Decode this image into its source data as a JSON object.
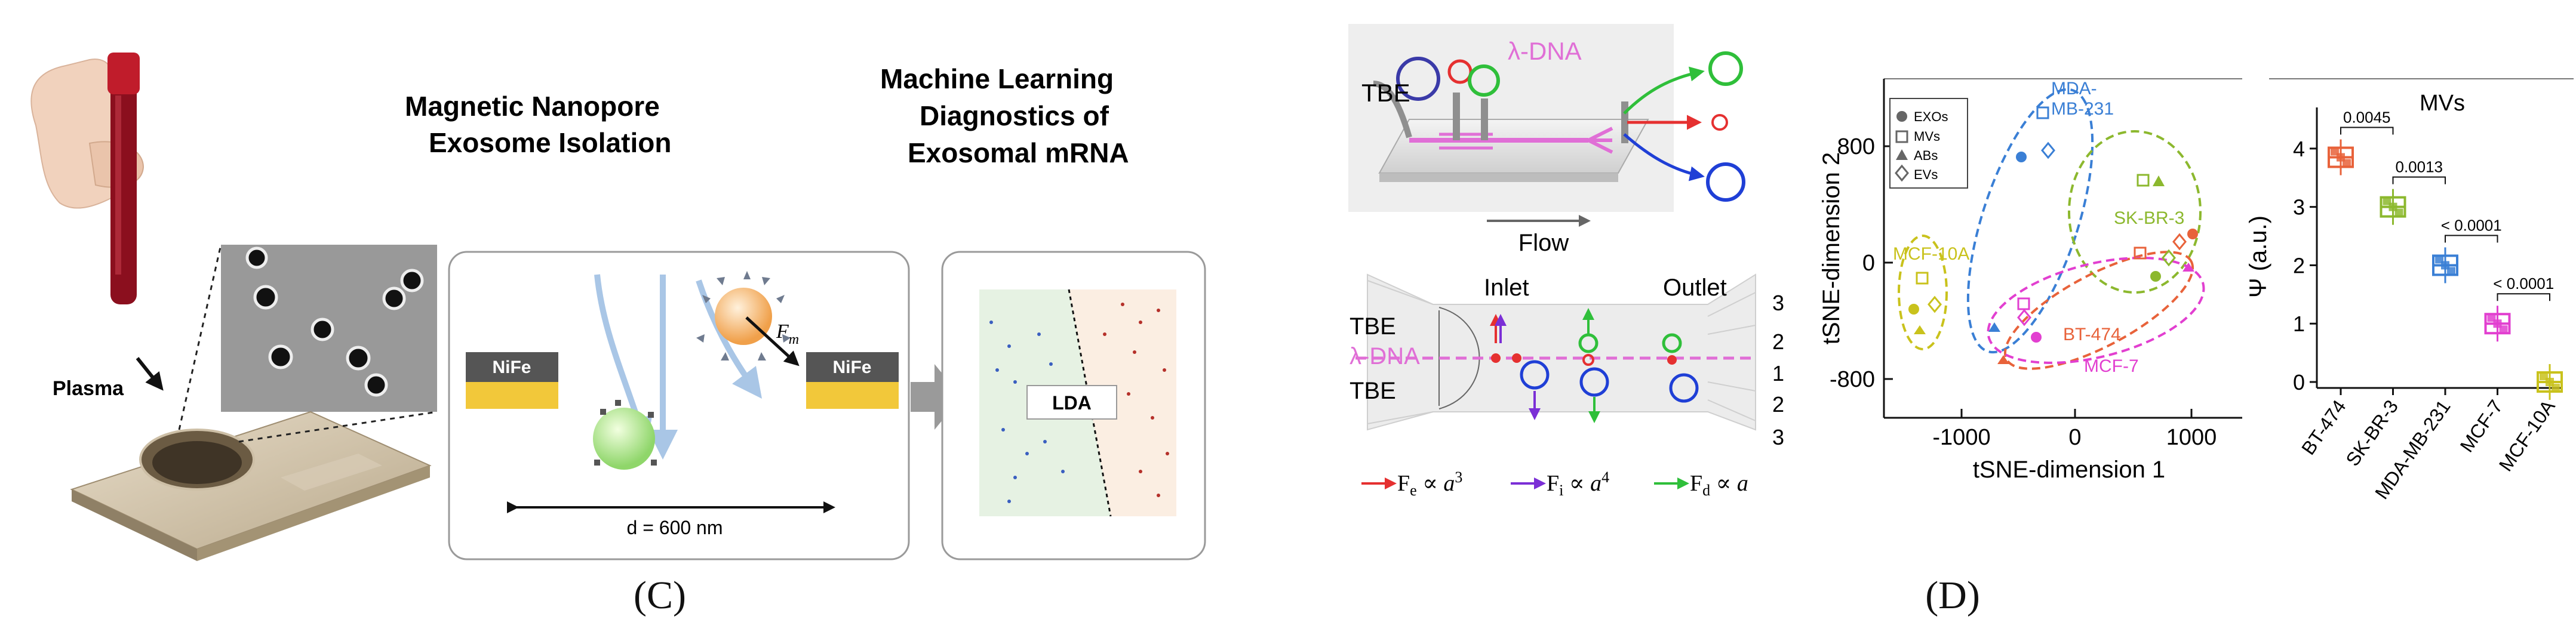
{
  "panel_c": {
    "label": "(C)",
    "plasma_label": "Plasma",
    "heading_isolation": [
      "Magnetic Nanopore",
      "Exosome Isolation"
    ],
    "heading_ml": [
      "Machine Learning",
      "Diagnostics of",
      "Exosomal mRNA"
    ],
    "nife_left": "NiFe",
    "nife_right": "NiFe",
    "force_label": "F",
    "force_sub": "m",
    "distance_label": "d = 600 nm",
    "lda_label": "LDA",
    "colors": {
      "nife": "#555555",
      "gold": "#f2c83a",
      "arrow_gray": "#9a9a9a"
    }
  },
  "panel_d": {
    "label": "(D)",
    "flow": {
      "tbe_top": "TBE",
      "dna_label": "λ-DNA",
      "flow_label": "Flow",
      "inlet": "Inlet",
      "outlet": "Outlet",
      "tbe_left_top": "TBE",
      "tbe_left_bottom": "TBE",
      "dna_left": "λ-DNA",
      "outlet_numbers": [
        "3",
        "2",
        "1",
        "2",
        "3"
      ],
      "force_legend": [
        {
          "base": "F",
          "sub": "e",
          "rel": " ∝ ",
          "var": "a",
          "exp": "3",
          "color": "#e53030"
        },
        {
          "base": "F",
          "sub": "i",
          "rel": " ∝ ",
          "var": "a",
          "exp": "4",
          "color": "#7b2fd6"
        },
        {
          "base": "F",
          "sub": "d",
          "rel": " ∝ ",
          "var": "a",
          "exp": "",
          "color": "#2fbf3a"
        }
      ]
    },
    "tsne": {
      "xlabel": "tSNE-dimension 1",
      "ylabel": "tSNE-dimension 2",
      "x_ticks": [
        "-1000",
        "0",
        "1000"
      ],
      "y_ticks": [
        "800",
        "0",
        "-800"
      ],
      "legend": [
        {
          "marker": "circle",
          "label": "EXOs"
        },
        {
          "marker": "square",
          "label": "MVs"
        },
        {
          "marker": "triangle",
          "label": "ABs"
        },
        {
          "marker": "diamond",
          "label": "EVs"
        }
      ],
      "groups": [
        {
          "label_lines": [
            "MDA-",
            "MB-231"
          ],
          "color": "#3a7fd5"
        },
        {
          "label_lines": [
            "SK-BR-3"
          ],
          "color": "#8cb82e"
        },
        {
          "label_lines": [
            "MCF-10A"
          ],
          "color": "#c9c21c"
        },
        {
          "label_lines": [
            "BT-474"
          ],
          "color": "#e8623a"
        },
        {
          "label_lines": [
            "MCF-7"
          ],
          "color": "#e23fd0"
        }
      ]
    },
    "mvs_chart": {
      "title": "MVs",
      "ylabel": "Ψ (a.u.)",
      "y_ticks": [
        "0",
        "1",
        "2",
        "3",
        "4"
      ],
      "significance": [
        "0.0045",
        "0.0013",
        "< 0.0001",
        "< 0.0001"
      ]
    }
  },
  "chart_data": {
    "type": "scatter",
    "title": "MVs",
    "xlabel": "",
    "ylabel": "Ψ (a.u.)",
    "ylim": [
      0,
      4.5
    ],
    "categories": [
      "BT-474",
      "SK-BR-3",
      "MDA-MB-231",
      "MCF-7",
      "MCF-10A"
    ],
    "values": [
      3.85,
      3.0,
      2.0,
      1.0,
      0.0
    ],
    "colors": [
      "#e8623a",
      "#8cb82e",
      "#3a7fd5",
      "#e23fd0",
      "#c9c21c"
    ],
    "comparisons": [
      {
        "pair": [
          "BT-474",
          "SK-BR-3"
        ],
        "p": "0.0045"
      },
      {
        "pair": [
          "SK-BR-3",
          "MDA-MB-231"
        ],
        "p": "0.0013"
      },
      {
        "pair": [
          "MDA-MB-231",
          "MCF-7"
        ],
        "p": "< 0.0001"
      },
      {
        "pair": [
          "MCF-7",
          "MCF-10A"
        ],
        "p": "< 0.0001"
      }
    ]
  }
}
